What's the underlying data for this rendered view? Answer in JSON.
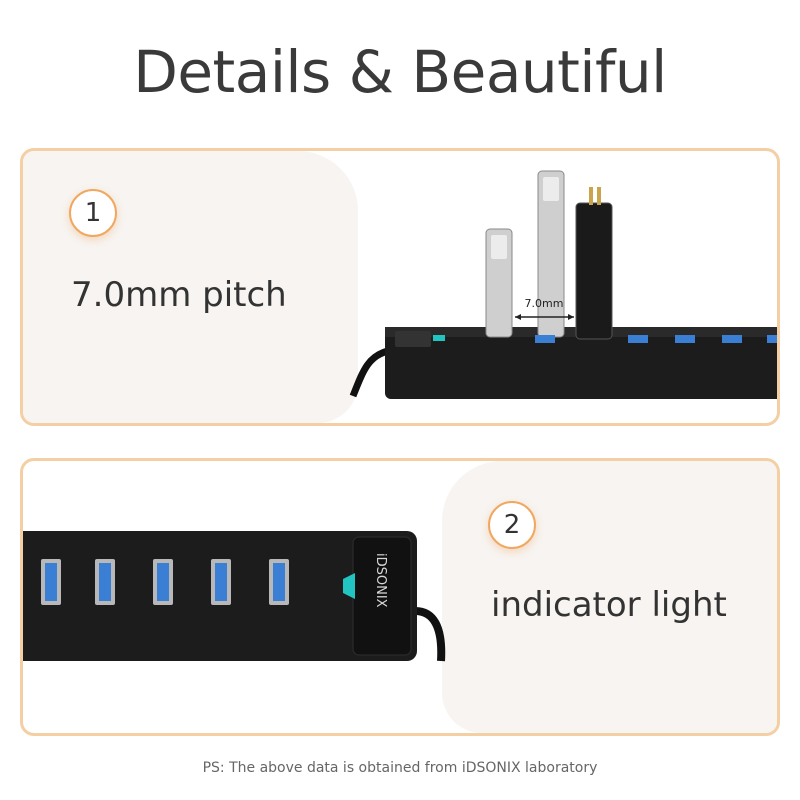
{
  "header": {
    "title": "Details & Beautiful"
  },
  "features": [
    {
      "number": "1",
      "label": "7.0mm pitch",
      "measurement": "7.0mm"
    },
    {
      "number": "2",
      "label": "indicator light",
      "brand": "iDSONIX"
    }
  ],
  "footnote": "PS: The above data is obtained from iDSONIX laboratory",
  "colors": {
    "accent_border": "#f3cfa3",
    "port_blue": "#3a7fd4",
    "indicator_teal": "#21c4c0",
    "hub_body": "#1c1c1c"
  }
}
